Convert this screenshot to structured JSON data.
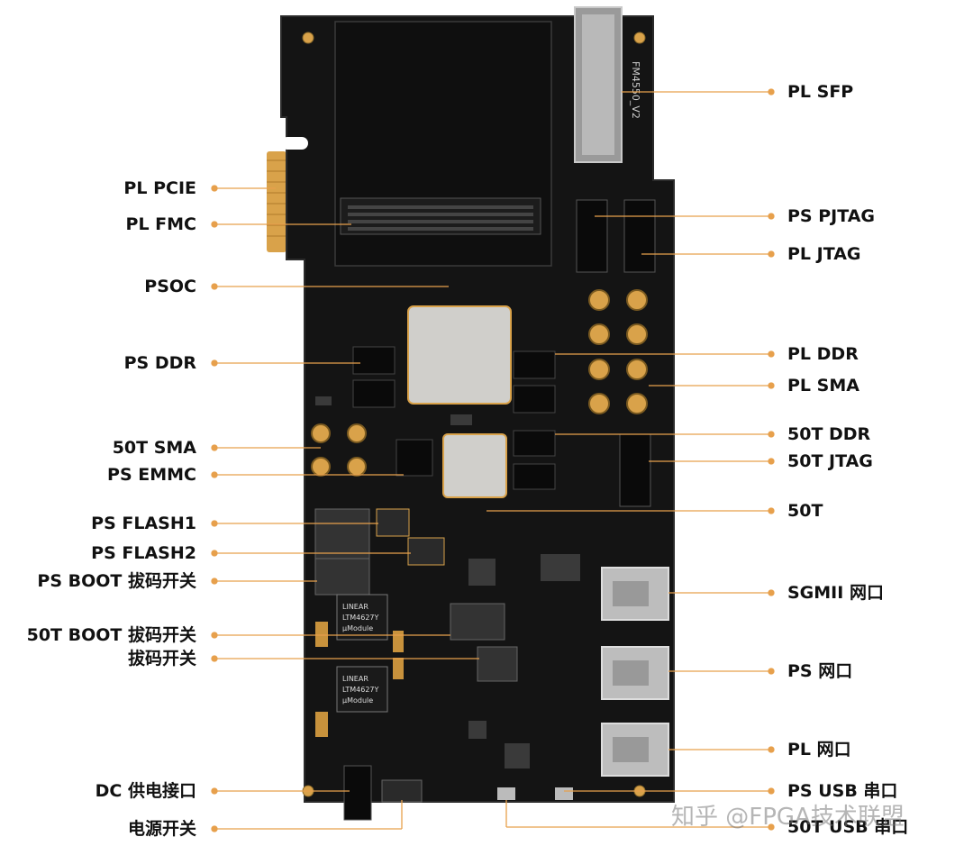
{
  "board": {
    "silkscreen": "FM4550_V2",
    "leader_color": "#e7a04c",
    "pcb_color": "#141414",
    "gold_color": "#d9a24a"
  },
  "labels_left": [
    {
      "id": "pl-pcie",
      "text": "PL PCIE"
    },
    {
      "id": "pl-fmc",
      "text": "PL FMC"
    },
    {
      "id": "psoc",
      "text": "PSOC"
    },
    {
      "id": "ps-ddr",
      "text": "PS DDR"
    },
    {
      "id": "50t-sma",
      "text": "50T SMA"
    },
    {
      "id": "ps-emmc",
      "text": "PS EMMC"
    },
    {
      "id": "ps-flash1",
      "text": "PS FLASH1"
    },
    {
      "id": "ps-flash2",
      "text": "PS FLASH2"
    },
    {
      "id": "ps-boot-dip",
      "text": "PS BOOT 拔码开关"
    },
    {
      "id": "50t-boot-dip",
      "text": "50T BOOT 拔码开关"
    },
    {
      "id": "dip-switch",
      "text": "拔码开关"
    },
    {
      "id": "dc-power-jack",
      "text": "DC 供电接口"
    },
    {
      "id": "power-switch",
      "text": "电源开关"
    }
  ],
  "labels_right": [
    {
      "id": "pl-sfp",
      "text": "PL SFP"
    },
    {
      "id": "ps-pjtag",
      "text": "PS PJTAG"
    },
    {
      "id": "pl-jtag",
      "text": "PL JTAG"
    },
    {
      "id": "pl-ddr",
      "text": "PL DDR"
    },
    {
      "id": "pl-sma",
      "text": "PL SMA"
    },
    {
      "id": "50t-ddr",
      "text": "50T DDR"
    },
    {
      "id": "50t-jtag",
      "text": "50T JTAG"
    },
    {
      "id": "50t",
      "text": "50T"
    },
    {
      "id": "sgmii-port",
      "text": "SGMII 网口"
    },
    {
      "id": "ps-eth-port",
      "text": "PS 网口"
    },
    {
      "id": "pl-eth-port",
      "text": "PL 网口"
    },
    {
      "id": "ps-usb-uart",
      "text": "PS USB 串口"
    },
    {
      "id": "50t-usb-uart",
      "text": "50T USB 串口"
    }
  ],
  "chips": {
    "ltm1": [
      "LINEAR",
      "LTM4627Y",
      "µModule"
    ],
    "ltm2": [
      "LINEAR",
      "LTM4627Y",
      "µModule"
    ]
  },
  "watermark": "知乎 @FPGA技术联盟"
}
